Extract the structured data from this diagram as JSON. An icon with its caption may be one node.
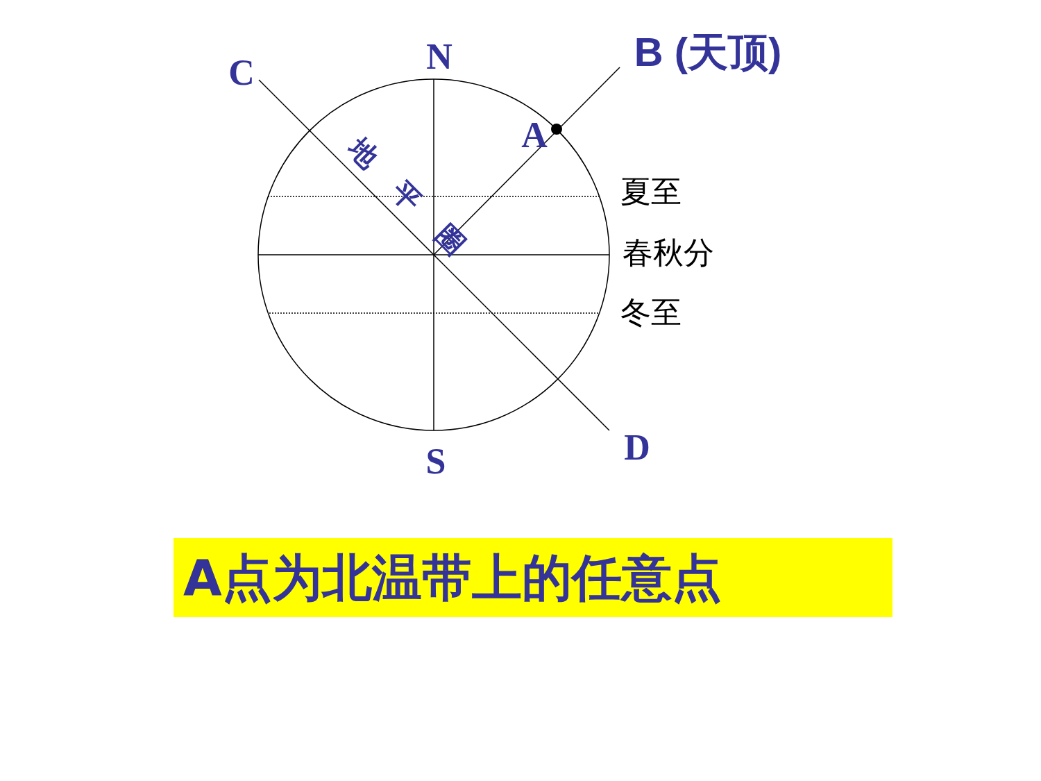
{
  "diagram": {
    "caption": "A点为北温带上的任意点",
    "labels": [
      "C",
      "N",
      "B (天顶)",
      "A",
      "地平圈",
      "夏至",
      "春秋分",
      "冬至",
      "D",
      "S"
    ]
  }
}
